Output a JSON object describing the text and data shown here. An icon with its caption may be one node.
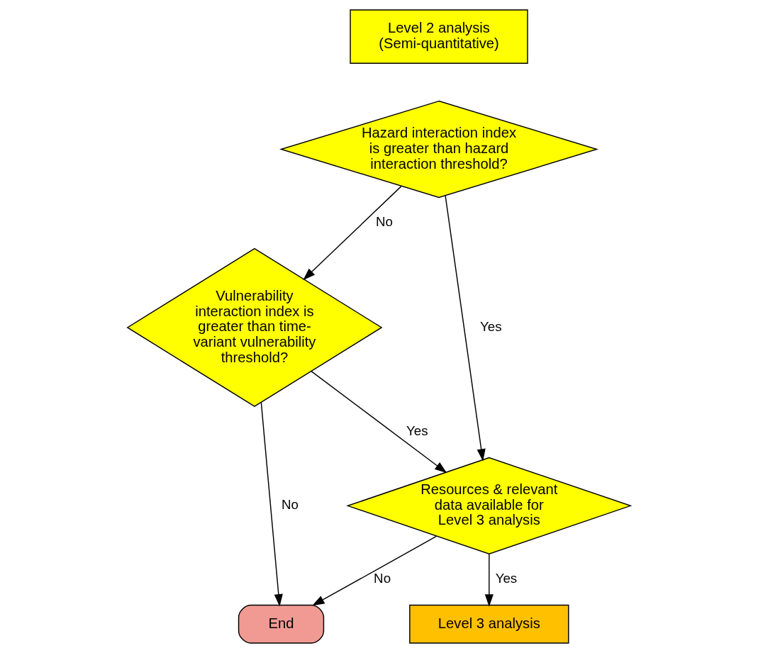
{
  "diagram": {
    "nodes": [
      {
        "text": [
          "Level 2 analysis (Semi-quantitative)"
        ]
      },
      {
        "text": [
          "Hazard interaction index is greater than hazard interaction threshold?"
        ]
      },
      {
        "text": [
          "Vulnerability interaction index is greater than time-variant vulnerability threshold?"
        ]
      },
      {
        "text": [
          "Resources & relevant data available for Level 3 analysis"
        ]
      },
      {
        "text": [
          "Level 3 analysis"
        ]
      },
      {
        "text": [
          "End"
        ]
      }
    ],
    "edges": [
      {
        "from": 1,
        "to": 2,
        "arrow": "to",
        "label": "No"
      },
      {
        "from": 1,
        "to": 3,
        "arrow": "to",
        "label": "Yes"
      },
      {
        "from": 2,
        "to": 3,
        "arrow": "to",
        "label": "Yes"
      },
      {
        "from": 2,
        "to": 5,
        "arrow": "to",
        "label": "No"
      },
      {
        "from": 3,
        "to": 5,
        "arrow": "to",
        "label": "No"
      },
      {
        "from": 3,
        "to": 4,
        "arrow": "to",
        "label": "Yes"
      }
    ]
  }
}
